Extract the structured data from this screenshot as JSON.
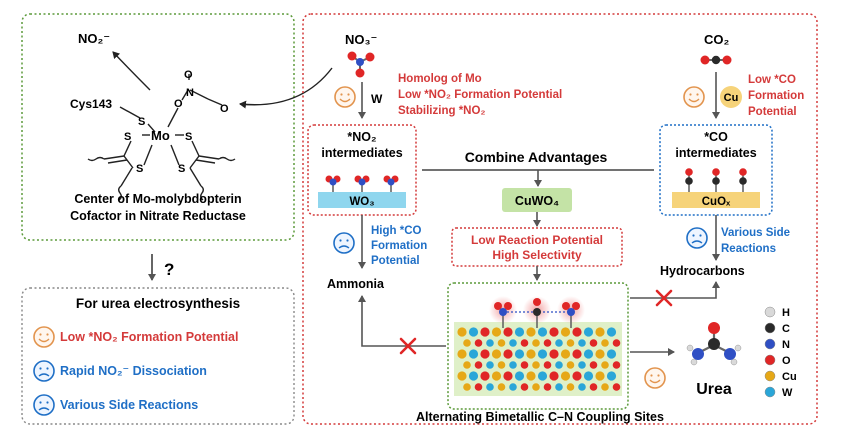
{
  "left_panel": {
    "product": "NO₂⁻",
    "cys_label": "Cys143",
    "s_label": "S",
    "mo_label": "Mo",
    "n_label": "N",
    "o_label": "O",
    "caption_line1": "Center of Mo-molybdopterin",
    "caption_line2": "Cofactor in Nitrate Reductase"
  },
  "question_mark": "?",
  "urea_box": {
    "title": "For urea electrosynthesis",
    "items": [
      {
        "text": "Low *NO₂ Formation Potential",
        "color": "#d43a3a",
        "face": "happy"
      },
      {
        "text": "Rapid NO₂⁻ Dissociation",
        "color": "#1f6fc6",
        "face": "sad"
      },
      {
        "text": "Various Side Reactions",
        "color": "#1f6fc6",
        "face": "sad"
      }
    ]
  },
  "right_panel": {
    "no3_label": "NO₃⁻",
    "co2_label": "CO₂",
    "w_badge": "W",
    "cu_badge": "Cu",
    "w_benefits": [
      "Homolog of Mo",
      "Low *NO₂ Formation Potential",
      "Stabilizing *NO₂"
    ],
    "cu_benefits": [
      "Low *CO",
      "Formation",
      "Potential"
    ],
    "no2_intermediates": [
      "*NO₂",
      "intermediates"
    ],
    "co_intermediates": [
      "*CO",
      "intermediates"
    ],
    "wo3_label": "WO₃",
    "cuox_label": "CuOₓ",
    "combine": "Combine Advantages",
    "cuwo4": "CuWO₄",
    "potential_box": [
      "Low Reaction Potential",
      "High Selectivity"
    ],
    "wo3_drawback": [
      "High *CO",
      "Formation",
      "Potential"
    ],
    "cu_drawback": [
      "Various Side",
      "Reactions"
    ],
    "ammonia": "Ammonia",
    "hydrocarbons": "Hydrocarbons",
    "urea": "Urea",
    "coupling_caption": "Alternating Bimetallic C–N Coupling Sites"
  },
  "legend": [
    {
      "element": "H",
      "color": "#d9d9d9"
    },
    {
      "element": "C",
      "color": "#2a2a2a"
    },
    {
      "element": "N",
      "color": "#2f4fc4"
    },
    {
      "element": "O",
      "color": "#e02626"
    },
    {
      "element": "Cu",
      "color": "#e6a817"
    },
    {
      "element": "W",
      "color": "#2aa6d8"
    }
  ],
  "colors": {
    "green_border": "#5c9a3a",
    "red_border": "#d43a3a",
    "blue_border": "#1f6fc6",
    "gray_border": "#888888",
    "wo3_fill": "#8fd6ee",
    "cuox_fill": "#f6d37a",
    "cuwo4_fill": "#c4e3a6",
    "face_orange": "#e2944e",
    "face_blue": "#1f6fc6"
  }
}
